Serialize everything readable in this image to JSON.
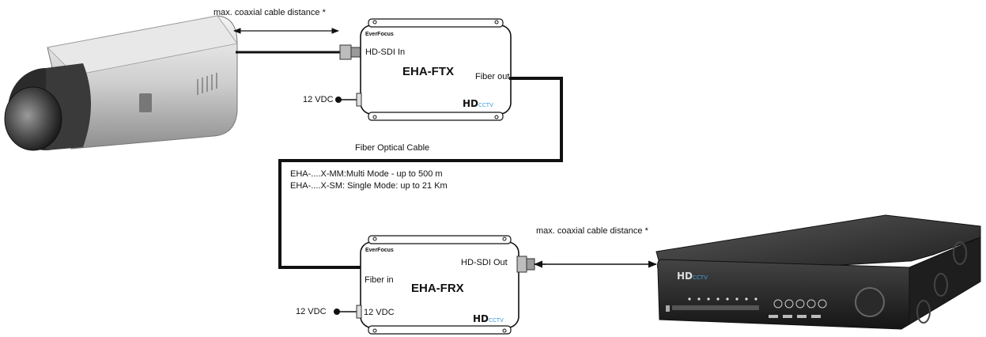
{
  "labels": {
    "coax_top": "max. coaxial cable distance *",
    "coax_bottom": "max. coaxial cable distance *",
    "fiber_cable": "Fiber Optical Cable",
    "mm_mode": "EHA-....X-MM:Multi Mode -  up to 500 m",
    "sm_mode": "EHA-....X-SM: Single Mode: up to 21 Km",
    "power_tx": "12 VDC",
    "power_rx": "12 VDC"
  },
  "transmitter": {
    "brand": "EverFocus",
    "port_in": "HD-SDI In",
    "model": "EHA-FTX",
    "port_out": "Fiber out",
    "hd_logo": "HD",
    "cctv_logo": "CCTV"
  },
  "receiver": {
    "brand": "EverFocus",
    "port_in": "Fiber in",
    "model": "EHA-FRX",
    "port_out": "HD-SDI Out",
    "power_port": "12 VDC",
    "hd_logo": "HD",
    "cctv_logo": "CCTV"
  },
  "dvr": {
    "hd_logo": "HD",
    "cctv_logo": "CCTV"
  },
  "colors": {
    "cable": "#111111",
    "camera_body": "#cfcfcf",
    "dvr_body": "#2a2a2a",
    "accent": "#3aa0d8"
  }
}
